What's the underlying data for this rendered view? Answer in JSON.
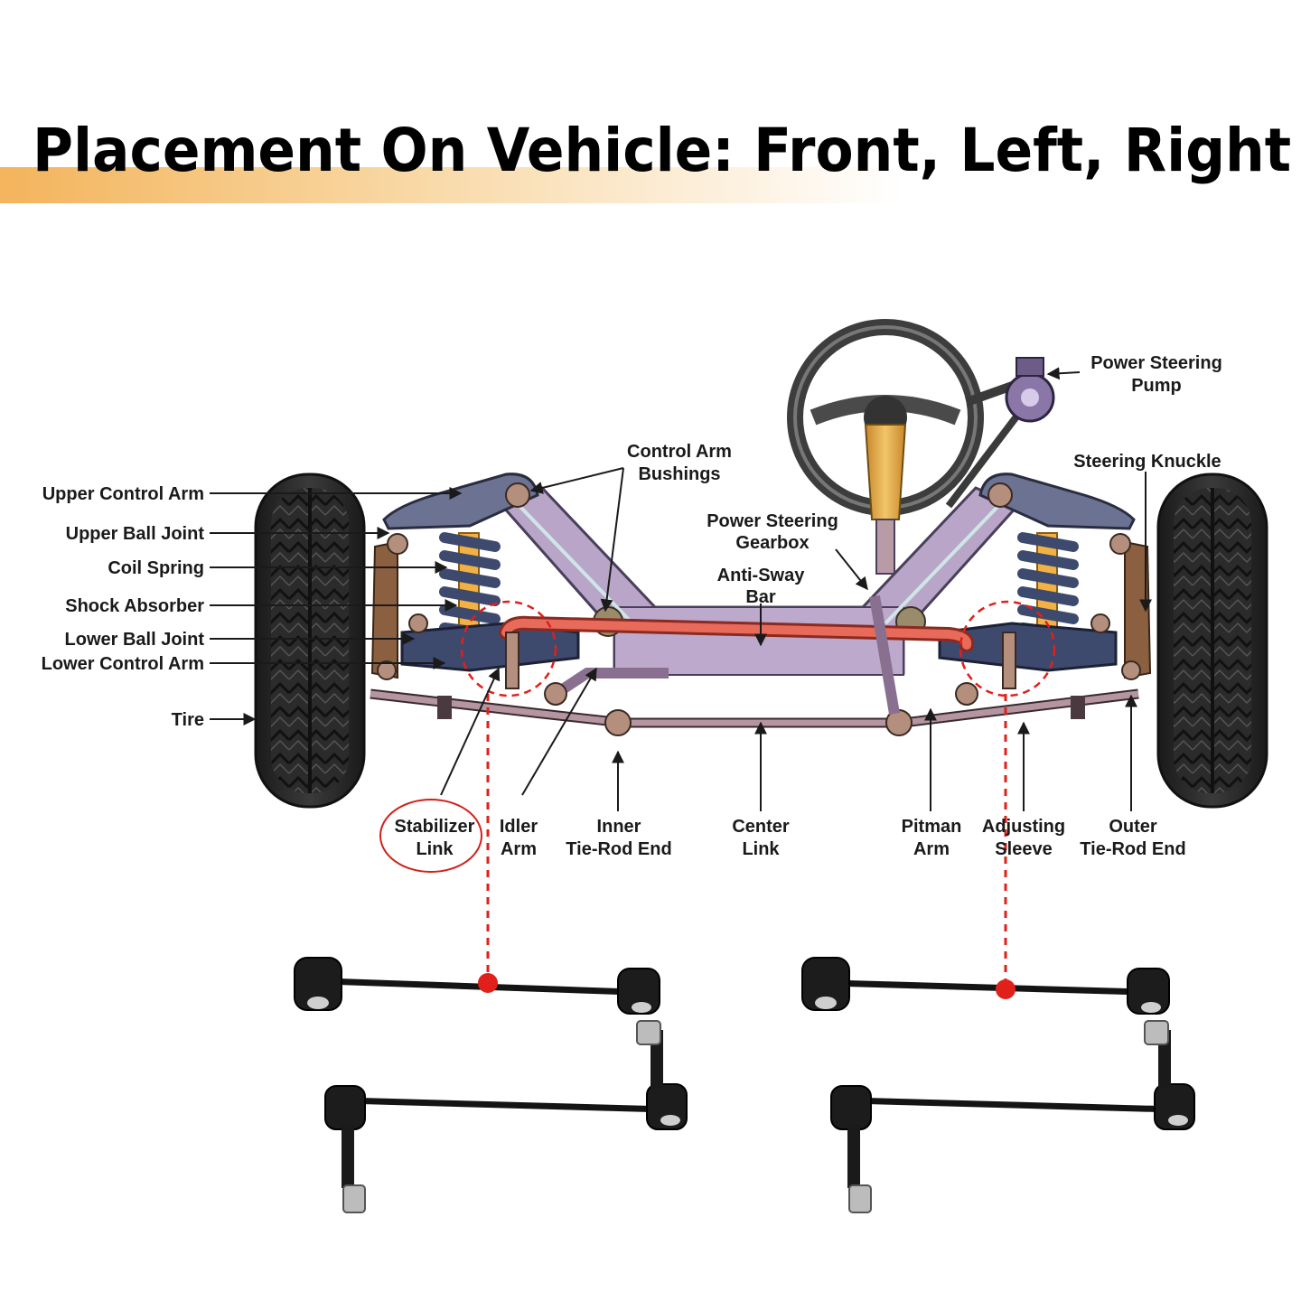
{
  "title": "Placement On Vehicle: Front, Left, Right",
  "colors": {
    "band": "#f3b45c",
    "frame": "#b8a5c8",
    "control_arm": "#6c7291",
    "spring": "#3d4a6e",
    "anti_sway_bar": "#e86a5a",
    "highlight": "#e0201a",
    "steering_column": "#e0a93b",
    "tire": "#2a2a2a",
    "link_part": "#141414"
  },
  "labels": {
    "upper_control_arm": "Upper Control Arm",
    "upper_ball_joint": "Upper Ball Joint",
    "coil_spring": "Coil Spring",
    "shock_absorber": "Shock Absorber",
    "lower_ball_joint": "Lower Ball Joint",
    "lower_control_arm": "Lower Control Arm",
    "tire": "Tire",
    "control_arm_bushings": [
      "Control Arm",
      "Bushings"
    ],
    "power_steering_gearbox": [
      "Power Steering",
      "Gearbox"
    ],
    "anti_sway_bar": [
      "Anti-Sway",
      "Bar"
    ],
    "power_steering_pump": [
      "Power Steering",
      "Pump"
    ],
    "steering_knuckle": "Steering Knuckle",
    "stabilizer_link": [
      "Stabilizer",
      "Link"
    ],
    "idler_arm": [
      "Idler",
      "Arm"
    ],
    "inner_tie_rod_end": [
      "Inner",
      "Tie-Rod End"
    ],
    "center_link": [
      "Center",
      "Link"
    ],
    "pitman_arm": [
      "Pitman",
      "Arm"
    ],
    "adjusting_sleeve": [
      "Adjusting",
      "Sleeve"
    ],
    "outer_tie_rod_end": [
      "Outer",
      "Tie-Rod End"
    ]
  }
}
